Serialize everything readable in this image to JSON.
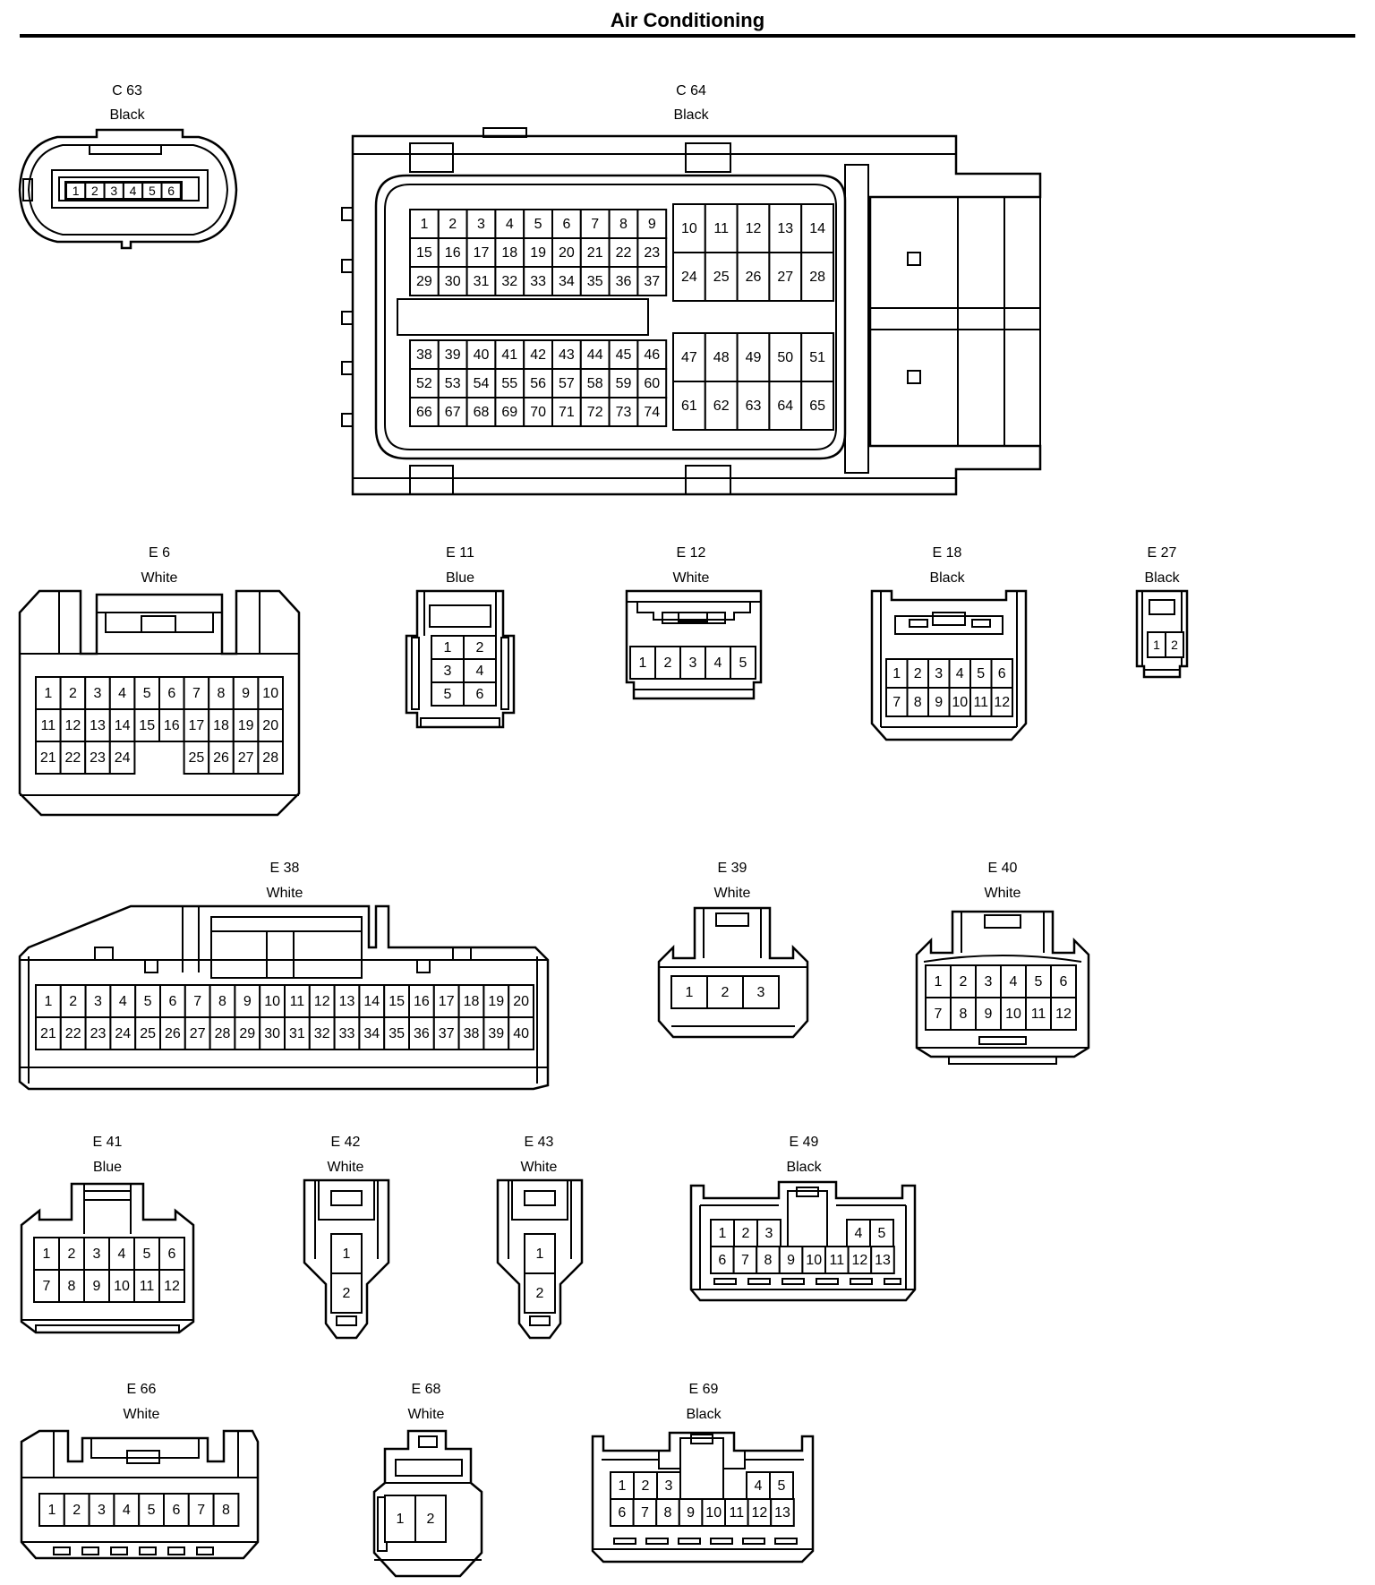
{
  "title": "Air Conditioning",
  "connectors": [
    {
      "id": "C 63",
      "color": "Black"
    },
    {
      "id": "C 64",
      "color": "Black"
    },
    {
      "id": "E 6",
      "color": "White"
    },
    {
      "id": "E 11",
      "color": "Blue"
    },
    {
      "id": "E 12",
      "color": "White"
    },
    {
      "id": "E 18",
      "color": "Black"
    },
    {
      "id": "E 27",
      "color": "Black"
    },
    {
      "id": "E 38",
      "color": "White"
    },
    {
      "id": "E 39",
      "color": "White"
    },
    {
      "id": "E 40",
      "color": "White"
    },
    {
      "id": "E 41",
      "color": "Blue"
    },
    {
      "id": "E 42",
      "color": "White"
    },
    {
      "id": "E 43",
      "color": "White"
    },
    {
      "id": "E 49",
      "color": "Black"
    },
    {
      "id": "E 66",
      "color": "White"
    },
    {
      "id": "E 68",
      "color": "White"
    },
    {
      "id": "E 69",
      "color": "Black"
    }
  ]
}
